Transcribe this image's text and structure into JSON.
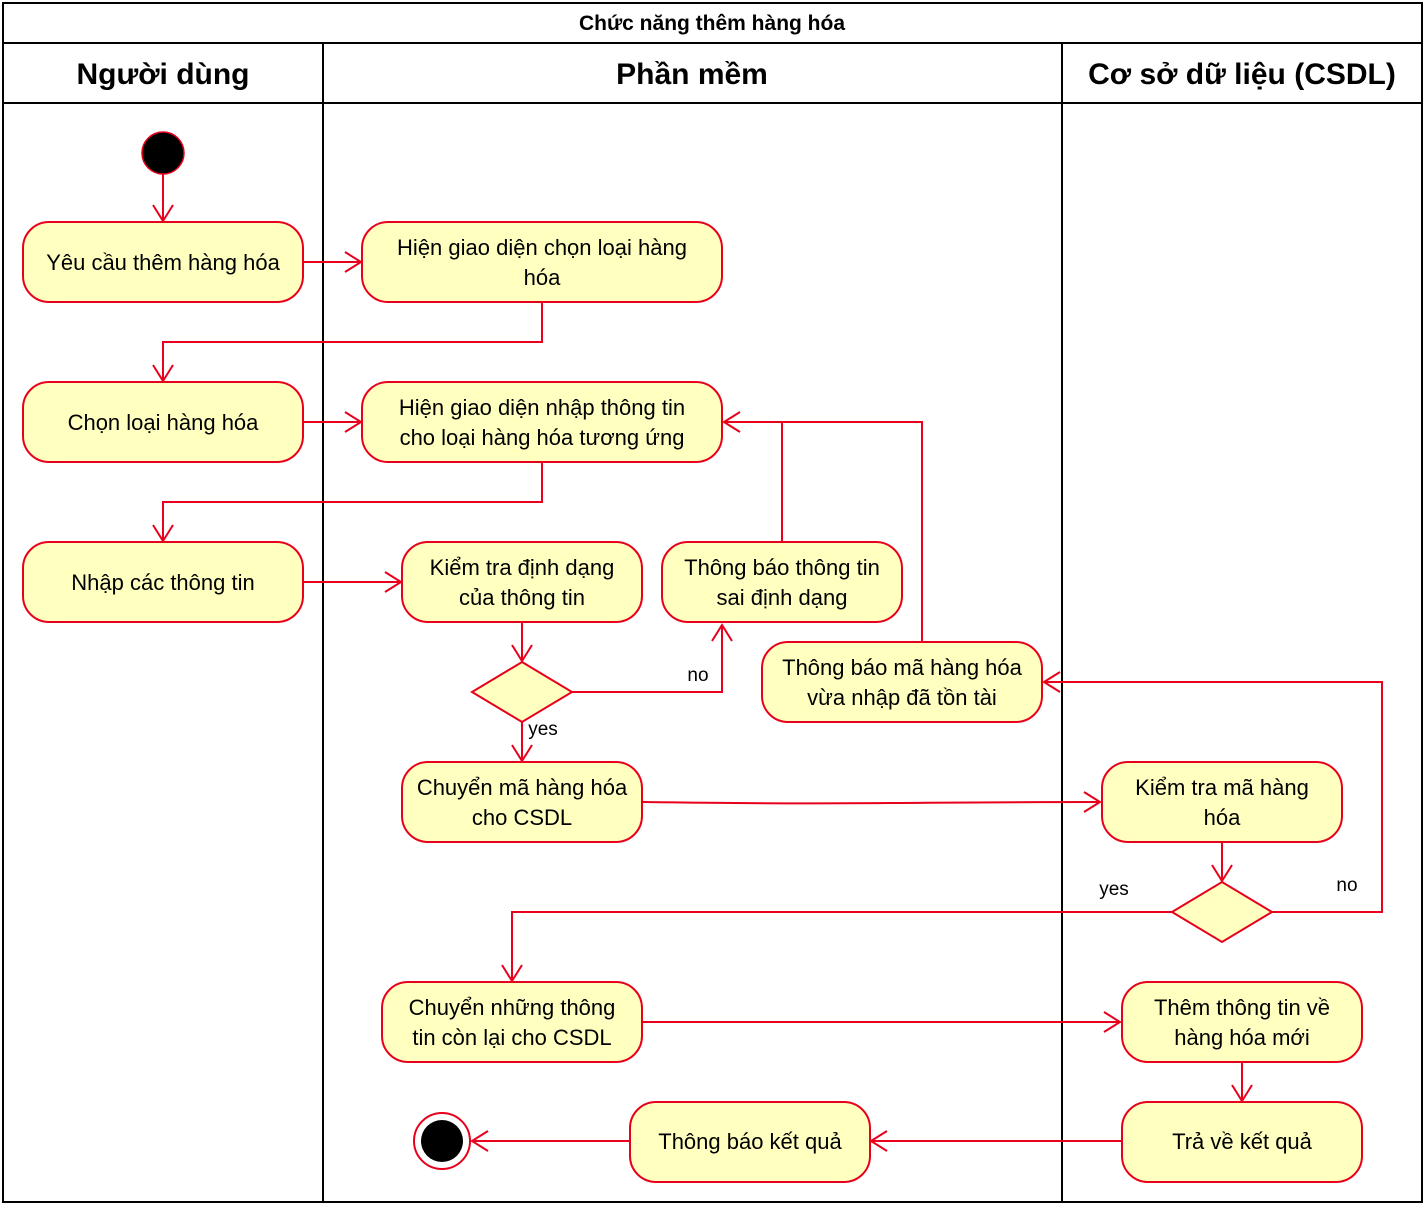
{
  "title": "Chức năng thêm hàng hóa",
  "lanes": [
    {
      "id": "user",
      "label": "Người dùng"
    },
    {
      "id": "software",
      "label": "Phần mềm"
    },
    {
      "id": "db",
      "label": "Cơ sở dữ liệu (CSDL)"
    }
  ],
  "activities": {
    "request_add": [
      "Yêu cầu thêm hàng hóa"
    ],
    "show_type_ui": [
      "Hiện giao diện chọn loại hàng",
      "hóa"
    ],
    "choose_type": [
      "Chọn loại hàng hóa"
    ],
    "show_input_ui": [
      "Hiện giao diện nhập thông tin",
      "cho loại hàng hóa tương ứng"
    ],
    "enter_info": [
      "Nhập các thông tin"
    ],
    "check_format": [
      "Kiểm tra định dạng",
      "của thông tin"
    ],
    "notify_format_error": [
      "Thông báo thông tin",
      "sai định dạng"
    ],
    "notify_code_exists": [
      "Thông báo mã hàng hóa",
      "vừa nhập đã tồn tài"
    ],
    "send_code": [
      "Chuyển mã hàng hóa",
      "cho CSDL"
    ],
    "check_code": [
      "Kiểm tra mã hàng",
      "hóa"
    ],
    "send_rest": [
      "Chuyển những thông",
      "tin còn lại cho CSDL"
    ],
    "add_new": [
      "Thêm thông tin về",
      "hàng hóa mới"
    ],
    "notify_result": [
      "Thông báo kết quả"
    ],
    "return_result": [
      "Trả về kết quả"
    ]
  },
  "guards": {
    "format_no": "no",
    "format_yes": "yes",
    "code_yes": "yes",
    "code_no": "no"
  },
  "colors": {
    "activity_fill": "#ffffc0",
    "line": "#e8001c",
    "frame": "#000000"
  }
}
